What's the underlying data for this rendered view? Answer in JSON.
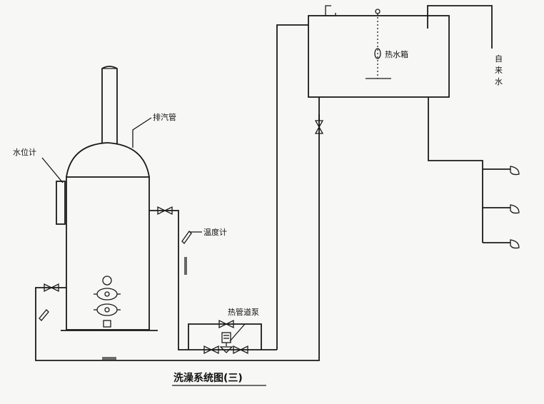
{
  "labels": {
    "exhaust_pipe": "排汽管",
    "water_level_gauge": "水位计",
    "thermometer": "温度计",
    "hot_water_pump": "热管道泵",
    "hot_water_tank": "热水箱",
    "tap_water": [
      "自",
      "来",
      "水"
    ]
  },
  "caption": "洗澡系统图(三)"
}
